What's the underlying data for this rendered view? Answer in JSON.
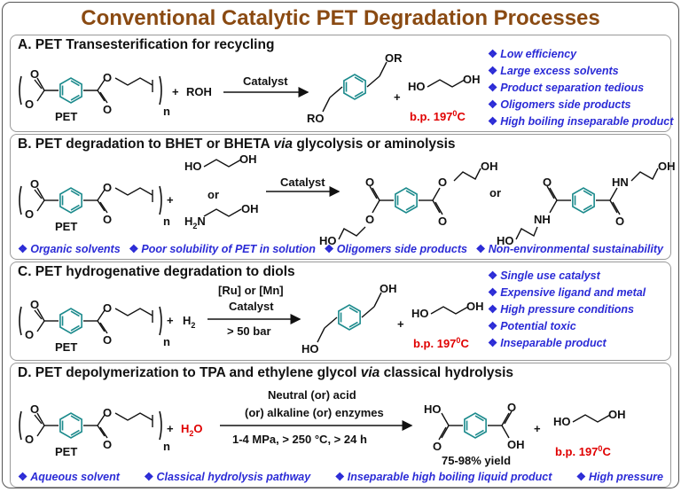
{
  "title": "Conventional Catalytic PET Degradation Processes",
  "section_a": {
    "title": "A. PET Transesterification for recycling",
    "reagent": "ROH",
    "plus": "+",
    "arrow_label": "Catalyst",
    "product_ro": "RO",
    "product_or": "OR",
    "glycol_ho": "HO",
    "glycol_oh": "OH",
    "bp": "b.p. 197",
    "deg": "0",
    "unit": "C",
    "issues": [
      "Low efficiency",
      "Large excess solvents",
      "Product separation tedious",
      "Oligomers side products",
      "High boiling inseparable product"
    ]
  },
  "section_b": {
    "title_pre": "B. PET degradation to BHET or BHETA ",
    "title_via": "via",
    "title_post": " glycolysis or aminolysis",
    "reagent1_ho": "HO",
    "reagent1_oh": "OH",
    "or": "or",
    "reagent2_h2n": "H",
    "reagent2_sub": "2",
    "reagent2_n": "N",
    "arrow_label": "Catalyst",
    "prod_oh": "OH",
    "prod_ho": "HO",
    "prod_hn": "HN",
    "prod_nh": "NH",
    "issues": [
      "Organic solvents",
      "Poor solubility of PET in solution",
      "Oligomers side products",
      "Non-environmental sustainability"
    ]
  },
  "section_c": {
    "title": "C. PET hydrogenative degradation to diols",
    "reagent": "H",
    "reagent_sub": "2",
    "arrow_top": "[Ru] or [Mn]",
    "arrow_mid": "Catalyst",
    "arrow_bottom": "> 50 bar",
    "issues": [
      "Single use catalyst",
      "Expensive ligand and metal",
      "High pressure conditions",
      "Potential toxic",
      "Inseparable product"
    ]
  },
  "section_d": {
    "title_pre": "D. PET depolymerization to TPA and ethylene glycol ",
    "title_via": "via",
    "title_post": " classical hydrolysis",
    "reagent": "H",
    "reagent_sub": "2",
    "reagent_o": "O",
    "arrow_top1": "Neutral (or) acid",
    "arrow_top2": "(or) alkaline (or) enzymes",
    "arrow_bottom": "1-4 MPa, > 250 °C, > 24 h",
    "yield": "75-98% yield",
    "issues": [
      "Aqueous solvent",
      "Classical hydrolysis pathway",
      "Inseparable high boiling liquid product",
      "High pressure"
    ]
  },
  "pet_label": "PET",
  "ester_o": "O",
  "n": "n",
  "colors": {
    "title": "#8a4a12",
    "issue": "#2b2bd6",
    "ring": "#1b8a8c",
    "red": "#e00000"
  }
}
